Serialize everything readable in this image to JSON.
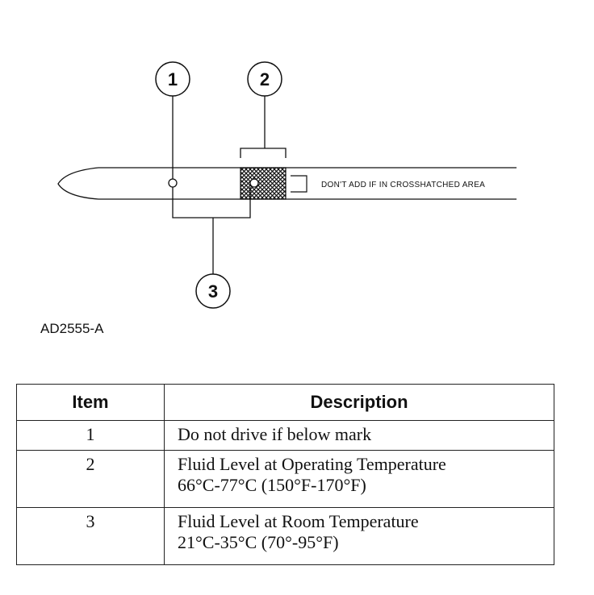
{
  "diagram": {
    "callouts": [
      "1",
      "2",
      "3"
    ],
    "note": "DON'T ADD IF IN CROSSHATCHED AREA",
    "figure_id": "AD2555-A"
  },
  "table": {
    "headers": {
      "item": "Item",
      "description": "Description"
    },
    "rows": [
      {
        "item": "1",
        "description": [
          "Do not drive if below mark"
        ]
      },
      {
        "item": "2",
        "description": [
          "Fluid Level at Operating Temperature",
          "66°C-77°C (150°F-170°F)"
        ]
      },
      {
        "item": "3",
        "description": [
          "Fluid Level at Room Temperature",
          "21°C-35°C (70°-95°F)"
        ]
      }
    ]
  }
}
